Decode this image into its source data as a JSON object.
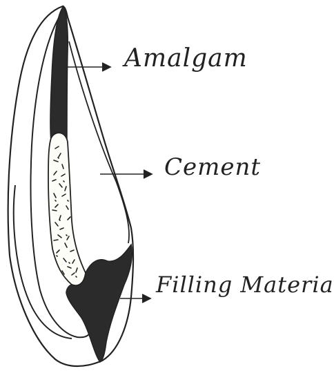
{
  "diagram": {
    "labels": {
      "amalgam": "Amalgam",
      "cement": "Cement",
      "filling_material": "Filling Material"
    },
    "colors": {
      "ink": "#222222",
      "fill_dark": "#2b2b2b",
      "cement_bg": "#fdfdf8",
      "background": "#ffffff"
    }
  }
}
